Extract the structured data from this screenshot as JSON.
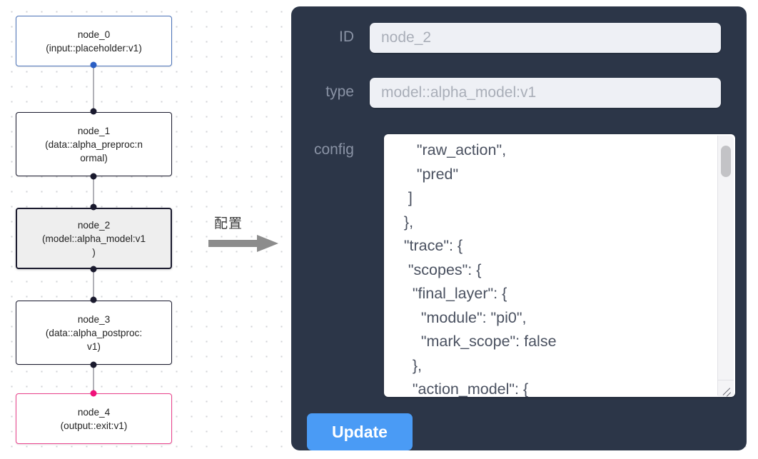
{
  "flow": {
    "annotation": {
      "label": "配置",
      "arrow_icon": "right-arrow-icon",
      "arrow_color": "#8c8c8c"
    },
    "nodes": [
      {
        "id": "node_0",
        "title": "node_0",
        "subtitle": "(input::placeholder:v1)",
        "text": "node_0\n(input::placeholder:v1)",
        "kind": "input",
        "border_color": "#4a72b8",
        "selected": false
      },
      {
        "id": "node_1",
        "title": "node_1",
        "subtitle": "(data::alpha_preproc:normal)",
        "text": "node_1\n(data::alpha_preproc:n\normal)",
        "kind": "default",
        "border_color": "#1a1a2e",
        "selected": false
      },
      {
        "id": "node_2",
        "title": "node_2",
        "subtitle": "(model::alpha_model:v1)",
        "text": "node_2\n(model::alpha_model:v1\n)",
        "kind": "default",
        "border_color": "#1a1a2e",
        "selected": true
      },
      {
        "id": "node_3",
        "title": "node_3",
        "subtitle": "(data::alpha_postproc:v1)",
        "text": "node_3\n(data::alpha_postproc:\nv1)",
        "kind": "default",
        "border_color": "#1a1a2e",
        "selected": false
      },
      {
        "id": "node_4",
        "title": "node_4",
        "subtitle": "(output::exit:v1)",
        "text": "node_4\n(output::exit:v1)",
        "kind": "output",
        "border_color": "#e8408a",
        "selected": false
      }
    ]
  },
  "inspector": {
    "panel_color": "#2c3648",
    "fields": {
      "id": {
        "label": "ID",
        "value": "node_2"
      },
      "type": {
        "label": "type",
        "value": "model::alpha_model:v1"
      },
      "config": {
        "label": "config",
        "value": "      \"raw_action\",\n      \"pred\"\n    ]\n   },\n   \"trace\": {\n    \"scopes\": {\n     \"final_layer\": {\n       \"module\": \"pi0\",\n       \"mark_scope\": false\n     },\n     \"action_model\": {"
      }
    },
    "update_button": {
      "label": "Update",
      "color": "#4a9bf5"
    },
    "scrollbar": {
      "icon": "vertical-scrollbar",
      "thumb_position": "top"
    },
    "resize_handle_icon": "resize-grip-icon"
  }
}
